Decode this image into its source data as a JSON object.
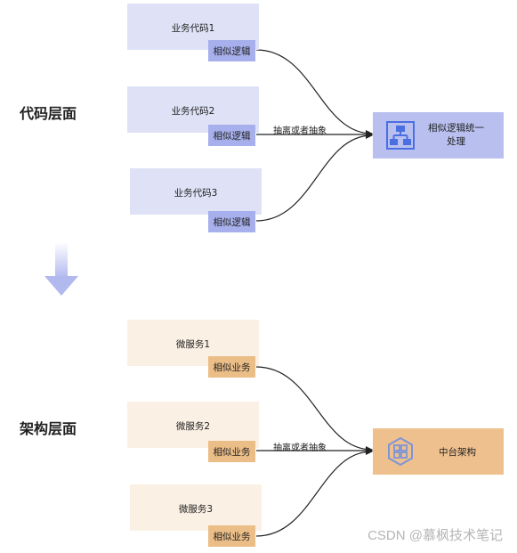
{
  "code_layer": {
    "label": "代码层面",
    "boxes": [
      {
        "title": "业务代码1",
        "tag": "相似逻辑"
      },
      {
        "title": "业务代码2",
        "tag": "相似逻辑"
      },
      {
        "title": "业务代码3",
        "tag": "相似逻辑"
      }
    ],
    "edge_label": "抽离或者抽象",
    "target": {
      "line1": "相似逻辑统一",
      "line2": "处理",
      "icon": "org-chart-icon"
    }
  },
  "arch_layer": {
    "label": "架构层面",
    "boxes": [
      {
        "title": "微服务1",
        "tag": "相似业务"
      },
      {
        "title": "微服务2",
        "tag": "相似业务"
      },
      {
        "title": "微服务3",
        "tag": "相似业务"
      }
    ],
    "edge_label": "抽离或者抽象",
    "target": {
      "label": "中台架构",
      "icon": "grid-hexagon-icon"
    }
  },
  "watermark": "CSDN @慕枫技术笔记",
  "colors": {
    "blue_box": "#dfe2f7",
    "blue_tag": "#a7b0ec",
    "blue_target": "#b9c0f0",
    "blue_icon": "#4a6fe0",
    "orange_box": "#fbf0e4",
    "orange_tag": "#ebbd87",
    "orange_target": "#eec08e",
    "orange_icon": "#7d93d8",
    "arrow": "#c3c8f2",
    "line": "#222222"
  }
}
